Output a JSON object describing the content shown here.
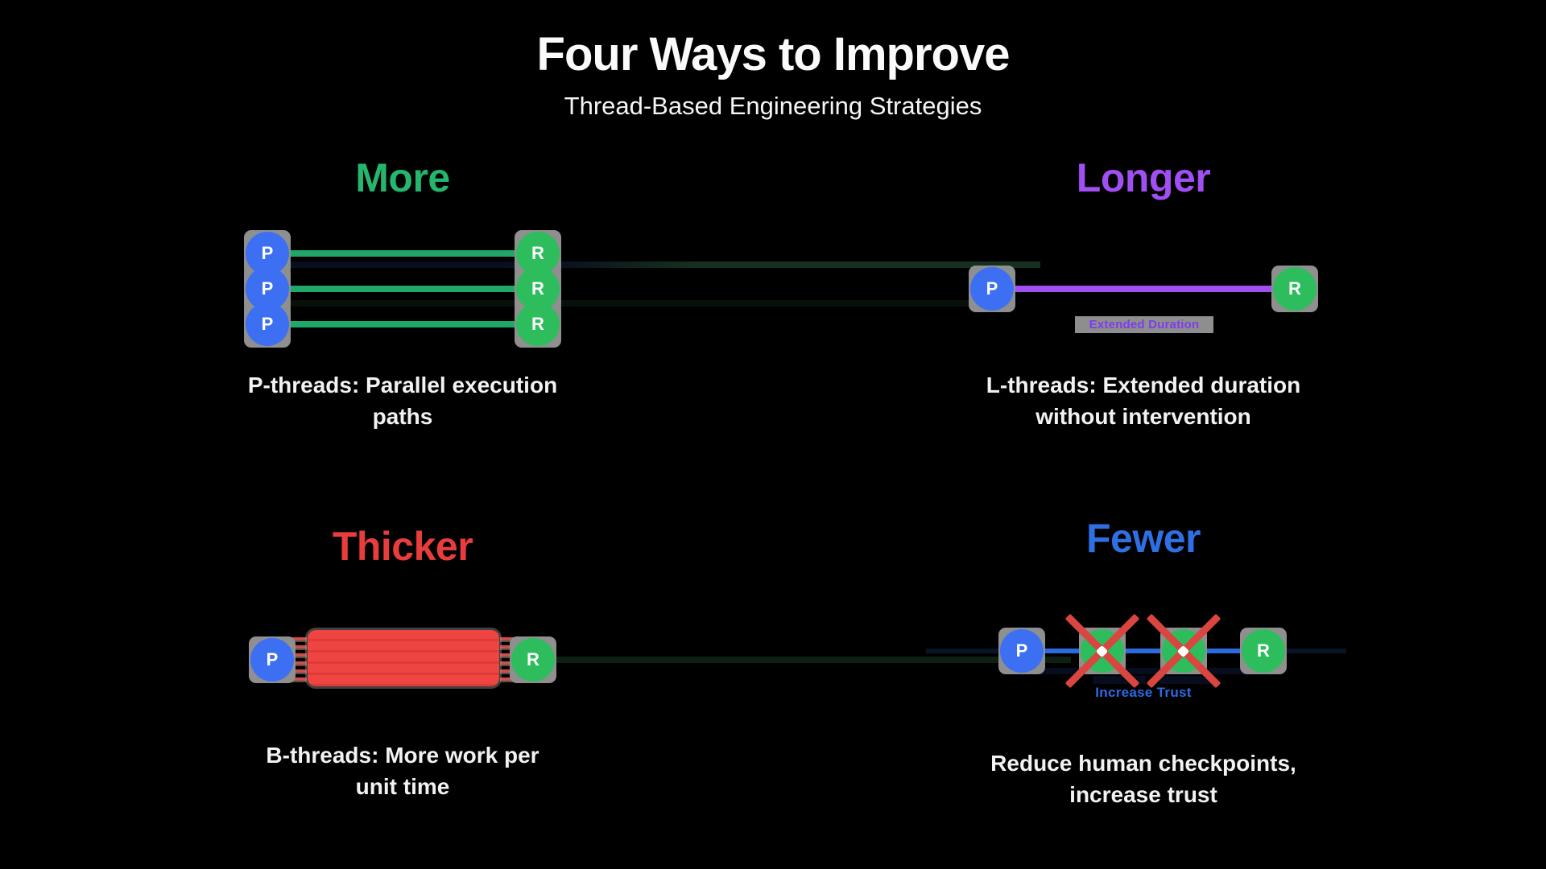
{
  "title": "Four Ways to Improve",
  "subtitle": "Thread-Based Engineering Strategies",
  "nodes": {
    "producer": "P",
    "result": "R"
  },
  "colors": {
    "green": "#25b56c",
    "green-node": "#2ebd5c",
    "green-line": "#1fa868",
    "blue": "#2e6fe4",
    "blue-node": "#3c6ff2",
    "blue-line": "#2d6ae0",
    "purple": "#a04ff2",
    "purple-dark": "#7e3bf0",
    "red": "#e83d3c",
    "red-bar": "#ee4441",
    "red-x": "#d9453f",
    "gray": "#8f8f8f",
    "white": "#f2f2f2",
    "bg": "#000000"
  },
  "quadrants": {
    "more": {
      "heading": "More",
      "caption": [
        "P-threads: Parallel execution",
        "paths"
      ]
    },
    "longer": {
      "heading": "Longer",
      "annotation": "Extended Duration",
      "caption": [
        "L-threads: Extended duration",
        "without intervention"
      ]
    },
    "thicker": {
      "heading": "Thicker",
      "caption": [
        "B-threads: More work per",
        "unit time"
      ]
    },
    "fewer": {
      "heading": "Fewer",
      "annotation": "Increase Trust",
      "caption": [
        "Reduce human checkpoints,",
        "increase trust"
      ]
    }
  }
}
